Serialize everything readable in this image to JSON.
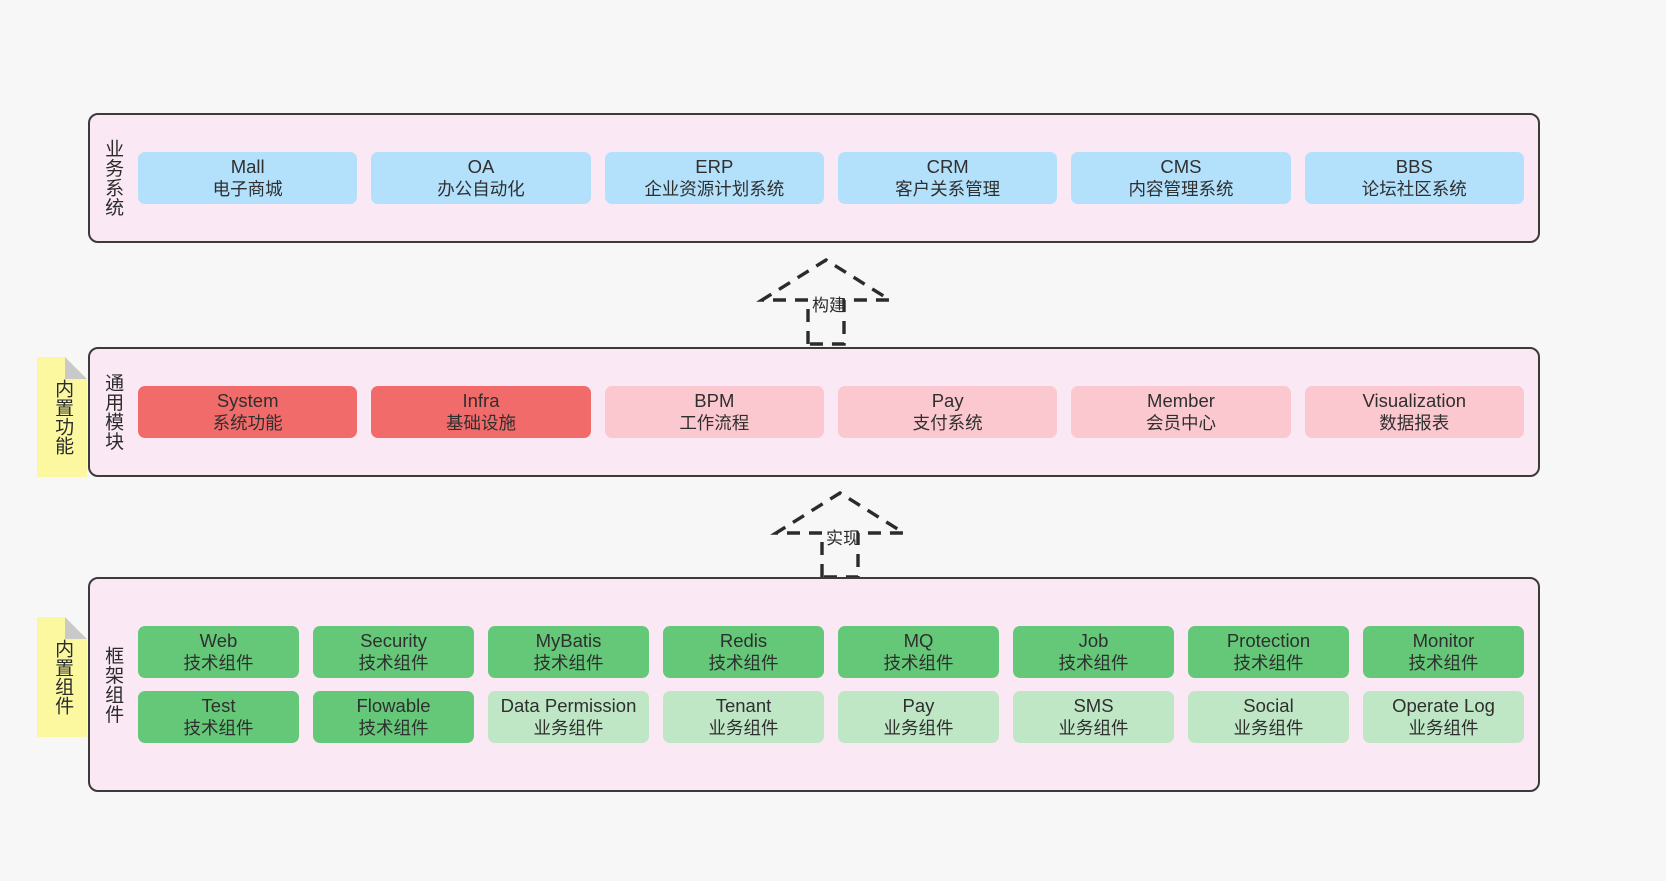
{
  "diagram": {
    "background": "#f7f7f7",
    "layer_fill": "#fae9f4",
    "layer_border": "#3b3b3b",
    "note_fill": "#fbf8a0",
    "colors": {
      "business_system": "#b3e0fb",
      "module_core": "#f26b6b",
      "module_optional": "#fbc8cf",
      "tech_component": "#64c878",
      "biz_component": "#bfe7c6"
    }
  },
  "layers": [
    {
      "id": "business",
      "title": "业务系统",
      "rows": [
        {
          "cards": [
            {
              "en": "Mall",
              "cn": "电子商城",
              "style": "c-blue"
            },
            {
              "en": "OA",
              "cn": "办公自动化",
              "style": "c-blue"
            },
            {
              "en": "ERP",
              "cn": "企业资源计划系统",
              "style": "c-blue"
            },
            {
              "en": "CRM",
              "cn": "客户关系管理",
              "style": "c-blue"
            },
            {
              "en": "CMS",
              "cn": "内容管理系统",
              "style": "c-blue"
            },
            {
              "en": "BBS",
              "cn": "论坛社区系统",
              "style": "c-blue"
            }
          ]
        }
      ]
    },
    {
      "id": "modules",
      "title": "通用模块",
      "note": "内置功能",
      "rows": [
        {
          "cards": [
            {
              "en": "System",
              "cn": "系统功能",
              "style": "c-red"
            },
            {
              "en": "Infra",
              "cn": "基础设施",
              "style": "c-red"
            },
            {
              "en": "BPM",
              "cn": "工作流程",
              "style": "c-pink"
            },
            {
              "en": "Pay",
              "cn": "支付系统",
              "style": "c-pink"
            },
            {
              "en": "Member",
              "cn": "会员中心",
              "style": "c-pink"
            },
            {
              "en": "Visualization",
              "cn": "数据报表",
              "style": "c-pink"
            }
          ]
        }
      ]
    },
    {
      "id": "framework",
      "title": "框架组件",
      "note": "内置组件",
      "rows": [
        {
          "cards": [
            {
              "en": "Web",
              "cn": "技术组件",
              "style": "c-green"
            },
            {
              "en": "Security",
              "cn": "技术组件",
              "style": "c-green"
            },
            {
              "en": "MyBatis",
              "cn": "技术组件",
              "style": "c-green"
            },
            {
              "en": "Redis",
              "cn": "技术组件",
              "style": "c-green"
            },
            {
              "en": "MQ",
              "cn": "技术组件",
              "style": "c-green"
            },
            {
              "en": "Job",
              "cn": "技术组件",
              "style": "c-green"
            },
            {
              "en": "Protection",
              "cn": "技术组件",
              "style": "c-green"
            },
            {
              "en": "Monitor",
              "cn": "技术组件",
              "style": "c-green"
            }
          ]
        },
        {
          "cards": [
            {
              "en": "Test",
              "cn": "技术组件",
              "style": "c-green"
            },
            {
              "en": "Flowable",
              "cn": "技术组件",
              "style": "c-green"
            },
            {
              "en": "Data Permission",
              "cn": "业务组件",
              "style": "c-lightgreen"
            },
            {
              "en": "Tenant",
              "cn": "业务组件",
              "style": "c-lightgreen"
            },
            {
              "en": "Pay",
              "cn": "业务组件",
              "style": "c-lightgreen"
            },
            {
              "en": "SMS",
              "cn": "业务组件",
              "style": "c-lightgreen"
            },
            {
              "en": "Social",
              "cn": "业务组件",
              "style": "c-lightgreen"
            },
            {
              "en": "Operate Log",
              "cn": "业务组件",
              "style": "c-lightgreen"
            }
          ]
        }
      ]
    }
  ],
  "connectors": [
    {
      "id": "build",
      "label": "构建",
      "from": "modules",
      "to": "business"
    },
    {
      "id": "implement",
      "label": "实现",
      "from": "framework",
      "to": "modules"
    }
  ]
}
